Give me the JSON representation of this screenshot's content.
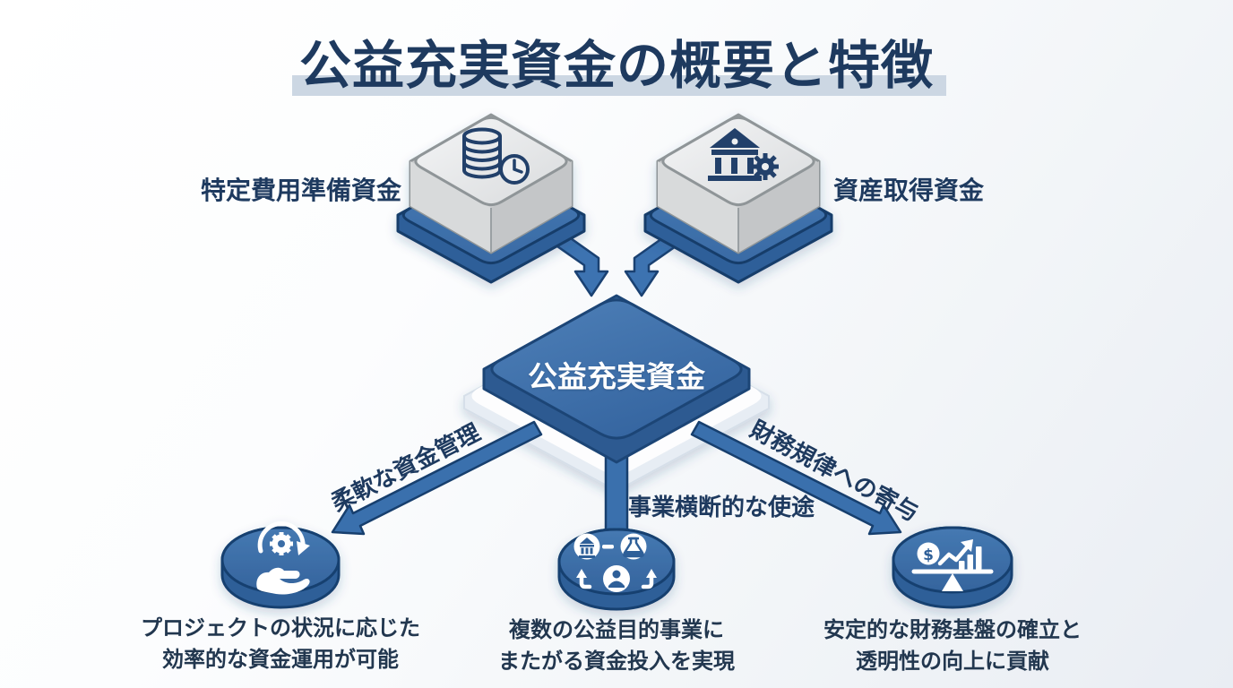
{
  "title": {
    "text": "公益充実資金の概要と特徴"
  },
  "sources": [
    {
      "label": "特定費用準備資金",
      "icon": "coins-clock-icon"
    },
    {
      "label": "資産取得資金",
      "icon": "bank-gear-icon"
    }
  ],
  "center": {
    "label": "公益充実資金"
  },
  "branches": [
    {
      "arrow_label": "柔軟な資金管理",
      "icon": "hand-gear-cycle-icon",
      "caption": {
        "line1": "プロジェクトの状況に応じた",
        "line2": "効率的な資金運用が可能"
      }
    },
    {
      "arrow_label": "事業横断的な使途",
      "icon": "multi-entity-cycle-icon",
      "caption": {
        "line1": "複数の公益目的事業に",
        "line2": "またがる資金投入を実現"
      }
    },
    {
      "arrow_label": "財務規律への寄与",
      "icon": "balance-growth-icon",
      "caption": {
        "line1": "安定的な財務基盤の確立と",
        "line2": "透明性の向上に貢献"
      }
    }
  ],
  "icons": {
    "dollar_glyph": "$"
  },
  "colors": {
    "navy_text": "#1e3a5f",
    "blue_top": "#4478b2",
    "blue_side": "#2d5a91",
    "blue_outline": "#1b4274",
    "cube_top": "#eef0f1",
    "cube_side": "#c7c9cb",
    "title_band": "#ccd7e3",
    "background_end": "#e9edf3",
    "white": "#ffffff"
  }
}
